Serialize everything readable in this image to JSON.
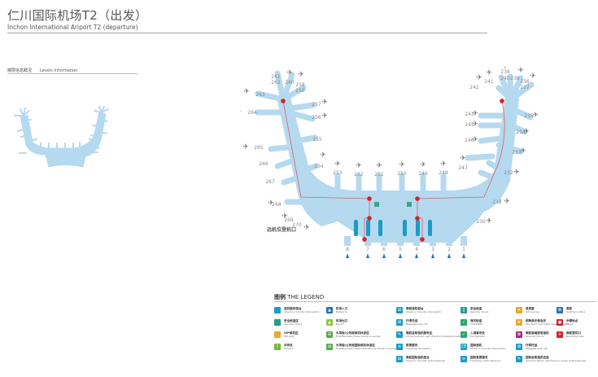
{
  "header": {
    "title": "仁川国际机场T2（出发）",
    "subtitle": "Inchon International Ariport T2 (departure)"
  },
  "levels": {
    "cn": "楼层信息概况",
    "en": "Levels Information"
  },
  "map": {
    "colors": {
      "terminal": "#b5d9ef",
      "route": "#d9606a",
      "marker": "#d9202a",
      "counter": "#1a9cc4",
      "plane": "#777777",
      "entrance": "#2c6fb0",
      "stairs": "#3aa48a"
    },
    "west_gates": [
      "261",
      "262",
      "260",
      "258",
      "259",
      "263",
      "257",
      "264",
      "256",
      "255",
      "265",
      "254",
      "266",
      "267",
      "268",
      "269",
      "270"
    ],
    "center_gates": [
      "253",
      "252",
      "251",
      "250",
      "249",
      "248"
    ],
    "east_gates": [
      "239",
      "240",
      "241",
      "238",
      "242",
      "236",
      "237",
      "243",
      "235",
      "245",
      "234",
      "246",
      "233",
      "247",
      "232",
      "231",
      "230"
    ],
    "entrances": [
      "8",
      "7",
      "6",
      "5",
      "4",
      "3",
      "2",
      "1"
    ],
    "remote_stand_label": "远机位登机口"
  },
  "legend": {
    "title_cn": "图例",
    "title_en": "THE LEGEND",
    "items": [
      {
        "cn": "值机服务柜台",
        "en": "Check-in Counter (Domestic)",
        "color": "#1a9cc4",
        "glyph": ""
      },
      {
        "cn": "安全检查区",
        "en": "Security Check",
        "color": "#2a9a8a",
        "glyph": ""
      },
      {
        "cn": "VIP候机区",
        "en": "VIP Only",
        "color": "#e8a92e",
        "glyph": ""
      },
      {
        "cn": "问讯处",
        "en": "Enquiry",
        "color": "#7ab53a",
        "glyph": "?"
      },
      {
        "cn": "机场入口",
        "en": "Entrance",
        "color": "#2c6fb0",
        "glyph": "▲"
      },
      {
        "cn": "机场出口",
        "en": "Export",
        "color": "#8cc63e",
        "glyph": "▲"
      },
      {
        "cn": "头等舱/公务舱候机休息区",
        "en": "First/Business Class Check-in lounge",
        "color": "#5aa84a",
        "glyph": "⊞"
      },
      {
        "cn": "头等舱/公务舱国际候机休息区",
        "en": "First/Business Class International Check-in lounge",
        "color": "#5aa84a",
        "glyph": "⊞"
      },
      {
        "cn": "南航值机柜台",
        "en": "Check-in Counter (Domestic)",
        "color": "#1a9cc4",
        "glyph": "⊞"
      },
      {
        "cn": "行李托运",
        "en": "Baggage Drop off",
        "color": "#1a9cc4",
        "glyph": "⊞"
      },
      {
        "cn": "南航自助值机服务区",
        "en": "China Southern self Check-in kiosk(Domestic)",
        "color": "#1a9cc4",
        "glyph": "✎"
      },
      {
        "cn": "售票服务",
        "en": "Ticketing (Domestic)",
        "color": "#1a9cc4",
        "glyph": "≡"
      },
      {
        "cn": "南航国际值机柜台",
        "en": "Check-in Counter (International)",
        "color": "#1a9cc4",
        "glyph": "⊞"
      },
      {
        "cn": "安全检查",
        "en": "Security Check",
        "color": "#2a9a8a",
        "glyph": "║"
      },
      {
        "cn": "海关检查",
        "en": "CUSTOMS",
        "color": "#2aa86a",
        "glyph": "✓"
      },
      {
        "cn": "入境事务处",
        "en": "Immigration",
        "color": "#2aa86a",
        "glyph": "✓"
      },
      {
        "cn": "国际值机",
        "en": "Check-in Counter (Domestic)",
        "color": "#1a9cc4",
        "glyph": "CE"
      },
      {
        "cn": "国际售票服务",
        "en": "Ticketing ( International )",
        "color": "#1a9cc4",
        "glyph": "≡"
      },
      {
        "cn": "贵宾室",
        "en": "VIP Lounge",
        "color": "#e8a92e",
        "glyph": "✦"
      },
      {
        "cn": "明珠俱乐部会员",
        "en": "Sky Pearl Club Gold/ Silver Member",
        "color": "#e8a92e",
        "glyph": "★"
      },
      {
        "cn": "南航高端旅客值机",
        "en": "Security Check",
        "color": "#a0307a",
        "glyph": "✿"
      },
      {
        "cn": "行李托运",
        "en": "Baggage Drop off",
        "color": "#1a9cc4",
        "glyph": "⊞"
      },
      {
        "cn": "国际自助值机设备",
        "en": "China Southern self Check-in kiosk (International)",
        "color": "#1a9cc4",
        "glyph": "✎"
      },
      {
        "cn": "南航",
        "en": "Southern China",
        "color": "#2c6fb0",
        "glyph": "✿"
      },
      {
        "cn": "步骤标点",
        "en": "Steps",
        "color": "#d9202a",
        "glyph": "●"
      },
      {
        "cn": "南航登机口",
        "en": "Boarding Gate",
        "color": "#d9202a",
        "glyph": "✈"
      }
    ]
  }
}
